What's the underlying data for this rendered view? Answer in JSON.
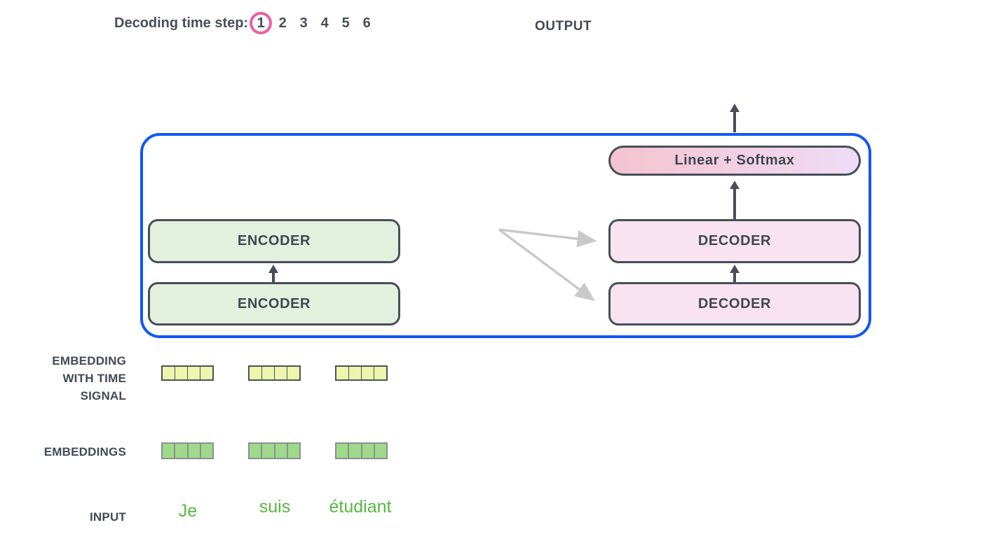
{
  "colors": {
    "accent_blue": "#1357f5",
    "step_circle_pink": "#ec5fa1",
    "dark_stroke": "#474e59",
    "encoder_fill": "#e4f0de",
    "decoder_fill": "#f9e3f0",
    "linear_gradient_left": "#f5c3d0",
    "linear_gradient_right": "#eedcf5",
    "time_signal_cell_fill": "#edf5ae",
    "embedding_cell_fill": "#9fd98a",
    "input_token_green": "#56b83e",
    "gray_arrow": "#c9c9c9"
  },
  "header": {
    "decoding_label": "Decoding time step:",
    "steps": [
      "1",
      "2",
      "3",
      "4",
      "5",
      "6"
    ],
    "selected_step": "1",
    "output_label": "OUTPUT"
  },
  "model": {
    "linear_softmax_label": "Linear + Softmax",
    "encoders": [
      "ENCODER",
      "ENCODER"
    ],
    "decoders": [
      "DECODER",
      "DECODER"
    ]
  },
  "left_labels": {
    "embedding_time": "EMBEDDING\nWITH TIME\nSIGNAL",
    "embeddings": "EMBEDDINGS",
    "input": "INPUT"
  },
  "input_tokens": [
    "Je",
    "suis",
    "étudiant"
  ]
}
